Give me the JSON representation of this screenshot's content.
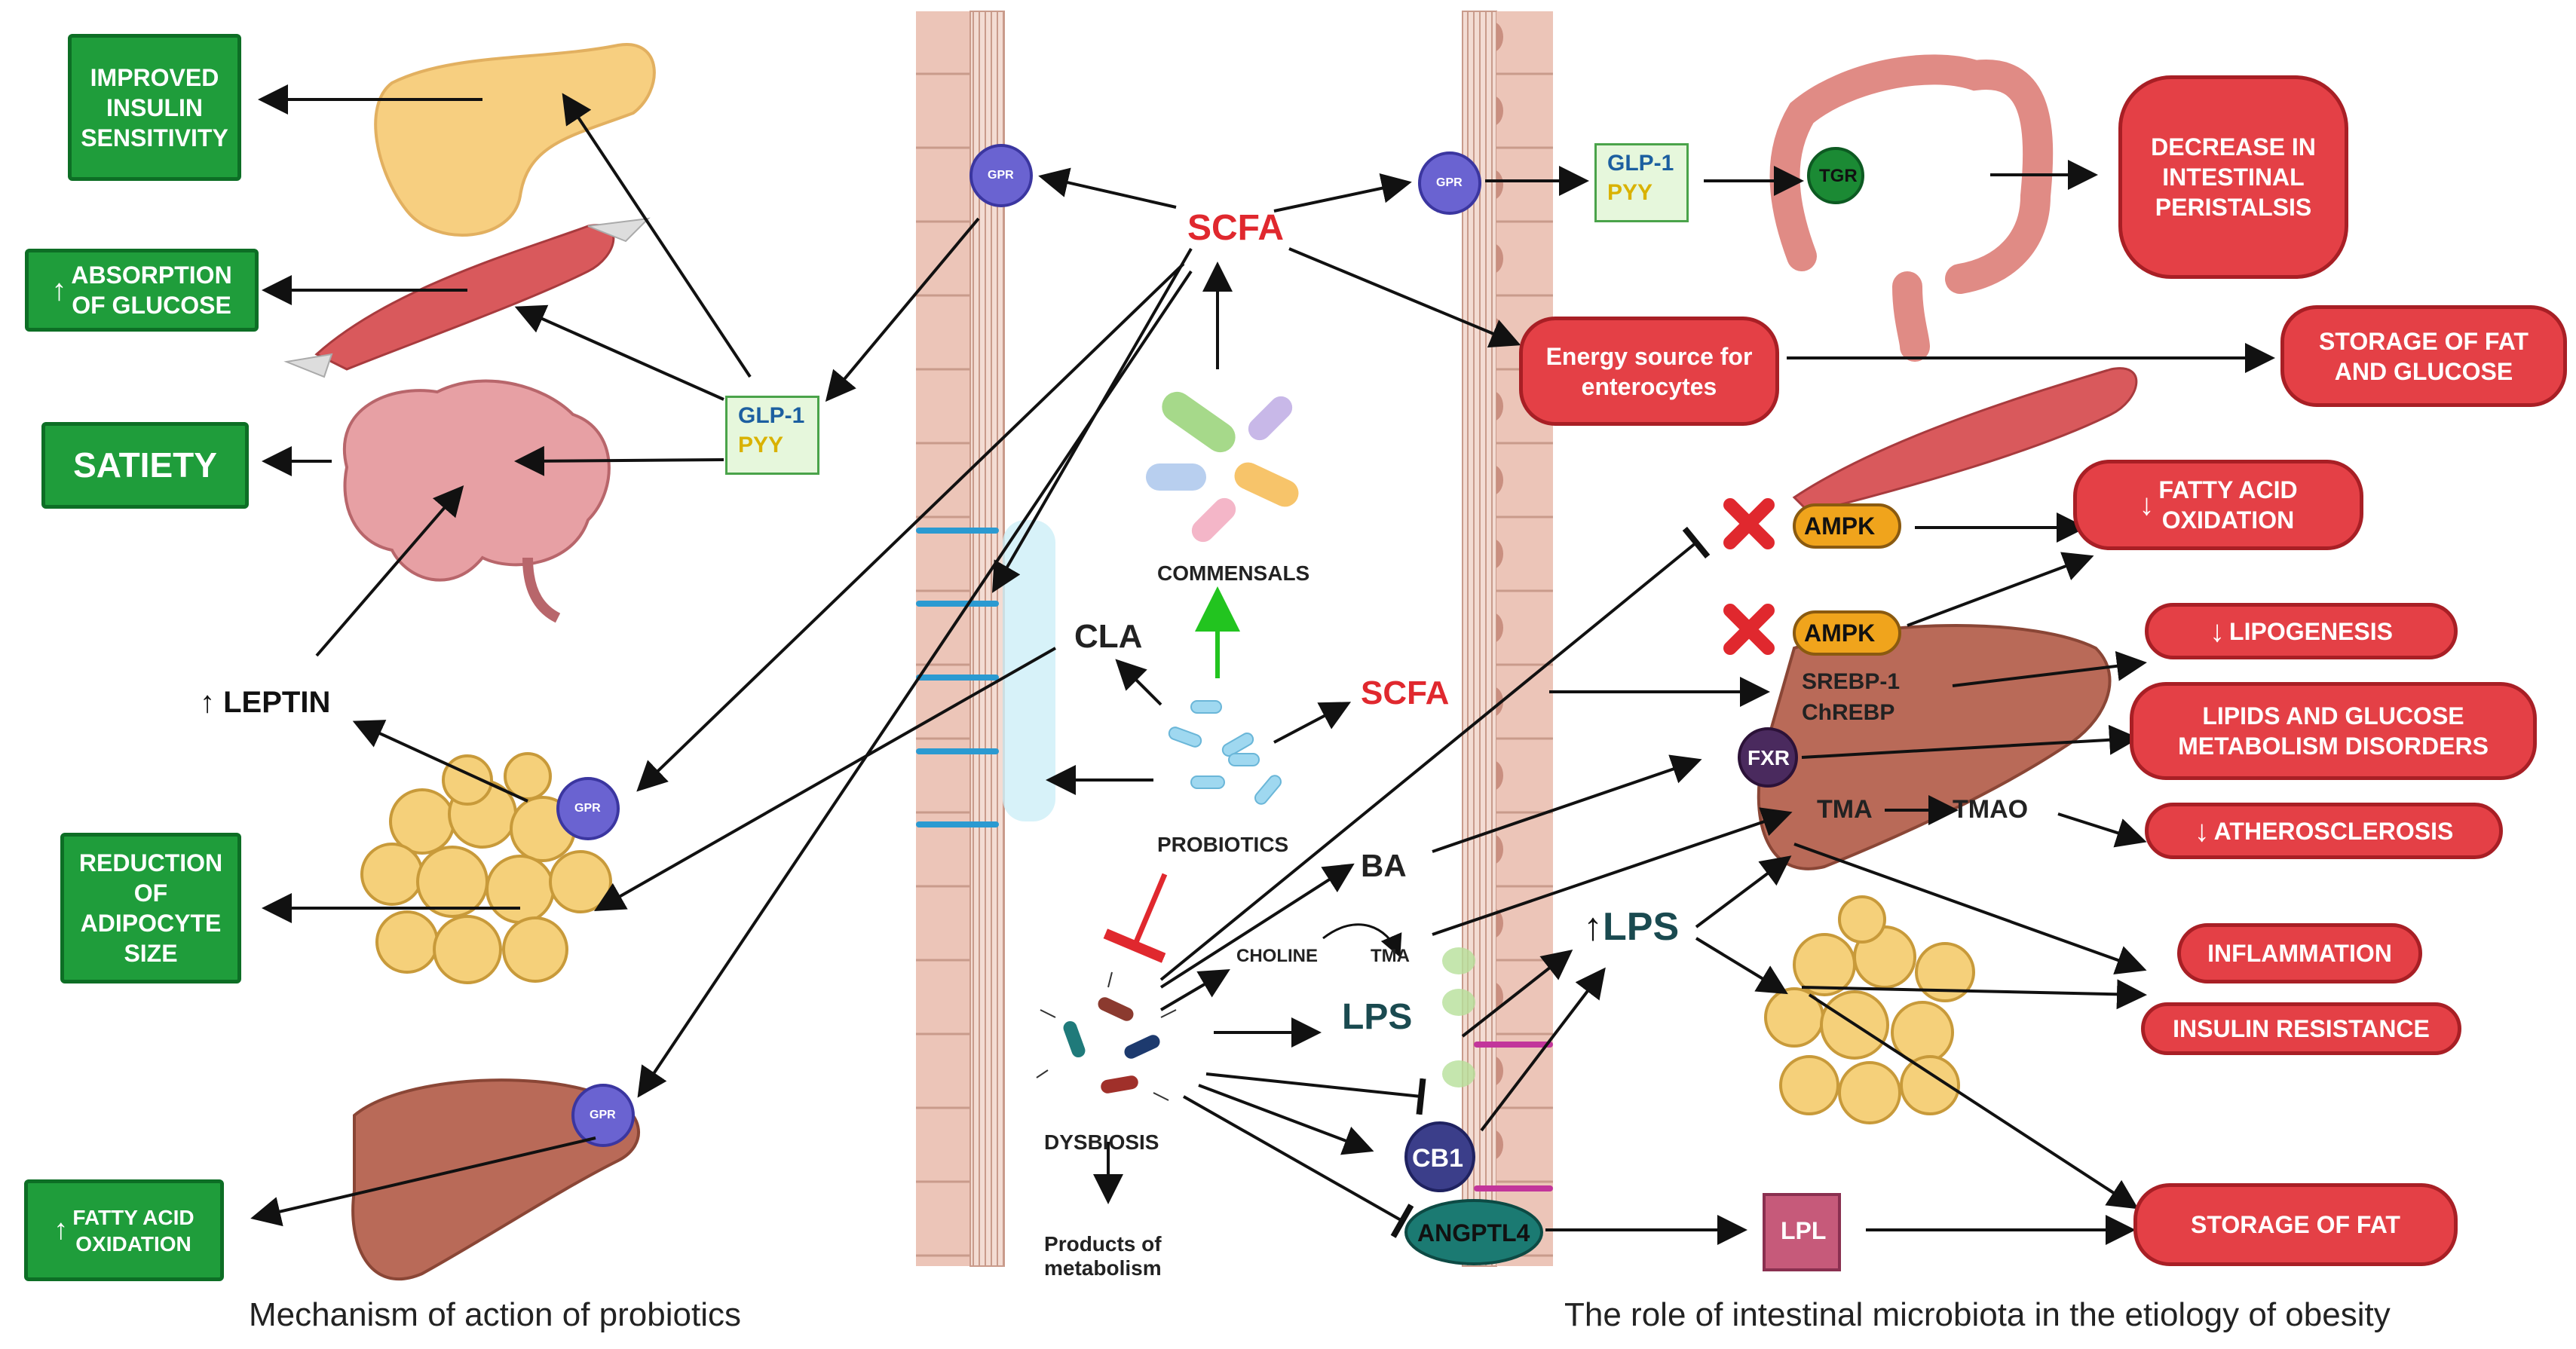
{
  "left": {
    "improved_insulin": "IMPROVED\nINSULIN\nSENSITIVITY",
    "absorption_glucose": "ABSORPTION\nOF GLUCOSE",
    "satiety": "SATIETY",
    "leptin": "LEPTIN",
    "reduction_adipocyte": "REDUCTION\nOF\nADIPOCYTE\nSIZE",
    "fatty_acid_oxidation": "FATTY ACID\nOXIDATION",
    "glp1": "GLP-1",
    "pyy": "PYY",
    "gpr": "GPR",
    "caption": "Mechanism of action of probiotics"
  },
  "center": {
    "scfa_top": "SCFA",
    "commensals": "COMMENSALS",
    "cla": "CLA",
    "scfa_mid": "SCFA",
    "probiotics": "PROBIOTICS",
    "ba": "BA",
    "choline": "CHOLINE",
    "tma_small": "TMA",
    "lps": "LPS",
    "dysbiosis": "DYSBIOSIS",
    "products": "Products of\nmetabolism",
    "cb1": "CB1",
    "angptl4": "ANGPTL4",
    "lpl": "LPL"
  },
  "right": {
    "gpr": "GPR",
    "glp1": "GLP-1",
    "pyy": "PYY",
    "tgr": "TGR",
    "decrease_peristalsis": "DECREASE IN\nINTESTINAL\nPERISTALSIS",
    "energy_source": "Energy source for\nenterocytes",
    "storage_fat_glucose": "STORAGE OF FAT\nAND GLUCOSE",
    "ampk1": "AMPK",
    "ampk2": "AMPK",
    "fatty_acid_oxidation": "FATTY ACID\nOXIDATION",
    "lipogenesis": "LIPOGENESIS",
    "srebp": "SREBP-1\nChREBP",
    "fxr": "FXR",
    "lipids_glucose": "LIPIDS AND GLUCOSE\nMETABOLISM DISORDERS",
    "tma": "TMA",
    "tmao": "TMAO",
    "atherosclerosis": "ATHEROSCLEROSIS",
    "lps": "LPS",
    "inflammation": "INFLAMMATION",
    "insulin_resistance": "INSULIN RESISTANCE",
    "storage_fat": "STORAGE OF FAT",
    "caption": "The role of intestinal microbiota in the etiology of obesity"
  },
  "colors": {
    "green_box": "#1f9d3b",
    "red_box": "#e44046",
    "scfa_red": "#e0282e",
    "lps_teal": "#1a4a50",
    "gpr_purple": "#6a63d1"
  }
}
